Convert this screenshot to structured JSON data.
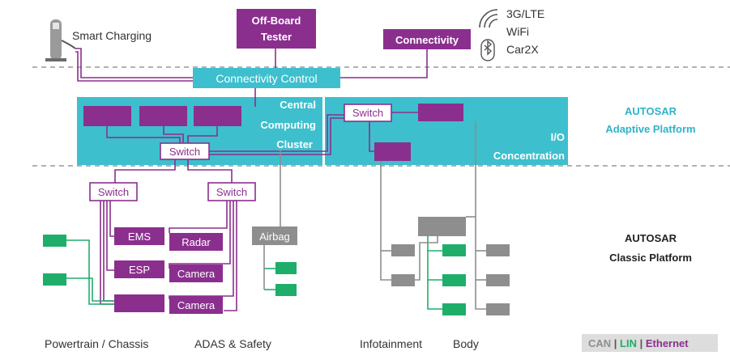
{
  "colors": {
    "purple": "#8B2F8E",
    "teal": "#3DBFCE",
    "green": "#1FAE6A",
    "gray": "#8E8E8E",
    "dark": "#333333",
    "accent_text": "#2FB3C9"
  },
  "nodes": {
    "offboard_tester_line1": "Off-Board",
    "offboard_tester_line2": "Tester",
    "connectivity": "Connectivity",
    "connectivity_control": "Connectivity Control",
    "smart_charging": "Smart Charging",
    "central_line1": "Central",
    "central_line2": "Computing",
    "central_line3": "Cluster",
    "switch": "Switch",
    "io_line1": "I/O",
    "io_line2": "Concentration",
    "ems": "EMS",
    "radar": "Radar",
    "esp": "ESP",
    "camera": "Camera",
    "airbag": "Airbag"
  },
  "wireless": [
    "3G/LTE",
    "WiFi",
    "Car2X"
  ],
  "platforms": {
    "adaptive_line1": "AUTOSAR",
    "adaptive_line2": "Adaptive Platform",
    "classic_line1": "AUTOSAR",
    "classic_line2": "Classic Platform"
  },
  "domains": {
    "powertrain": "Powertrain / Chassis",
    "adas": "ADAS & Safety",
    "infotainment": "Infotainment",
    "body": "Body"
  },
  "legend": {
    "can": "CAN",
    "sep1": " | ",
    "lin": "LIN",
    "sep2": " | ",
    "ethernet": "Ethernet"
  },
  "icons": {
    "charger": "ev-charger-icon",
    "wireless": "wireless-signal-icon",
    "bluetooth": "bluetooth-icon"
  }
}
